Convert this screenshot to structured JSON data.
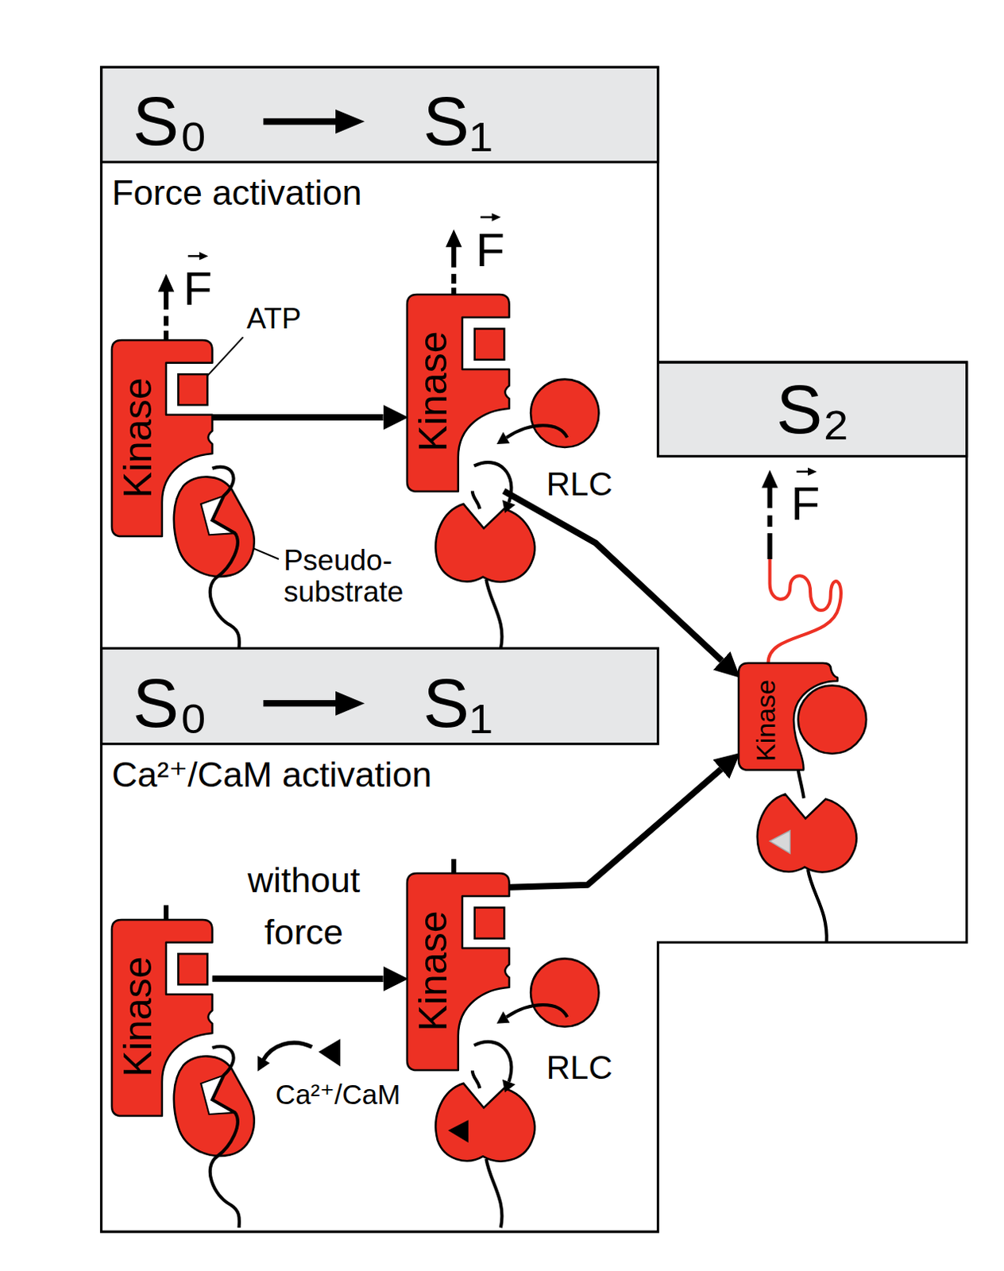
{
  "diagram": {
    "nodes": [
      {
        "text": [
          "S₀",
          "S₁",
          "Force activation"
        ]
      },
      {
        "text": [
          "Kinase"
        ],
        "in": 0
      },
      {
        "text": [
          "Kinase"
        ],
        "in": 0
      },
      {
        "text": [
          "S₀",
          "S₁",
          "Ca²⁺/CaM activation"
        ]
      },
      {
        "text": [
          "Kinase"
        ],
        "in": 3
      },
      {
        "text": [
          "Kinase"
        ],
        "in": 3
      },
      {
        "text": [
          "S₂"
        ]
      },
      {
        "text": [
          "Kinase"
        ],
        "in": 6
      }
    ],
    "edges": [
      {
        "from": 1,
        "to": 2,
        "arrow": "to"
      },
      {
        "from": 2,
        "to": 7,
        "arrow": "to"
      },
      {
        "from": 4,
        "to": 5,
        "arrow": "to"
      },
      {
        "from": 5,
        "to": 7,
        "arrow": "to"
      }
    ],
    "labels": [
      "F",
      "ATP",
      "Pseudo- substrate",
      "F",
      "RLC",
      "F",
      "without force",
      "Ca²⁺/CaM",
      "RLC"
    ]
  }
}
